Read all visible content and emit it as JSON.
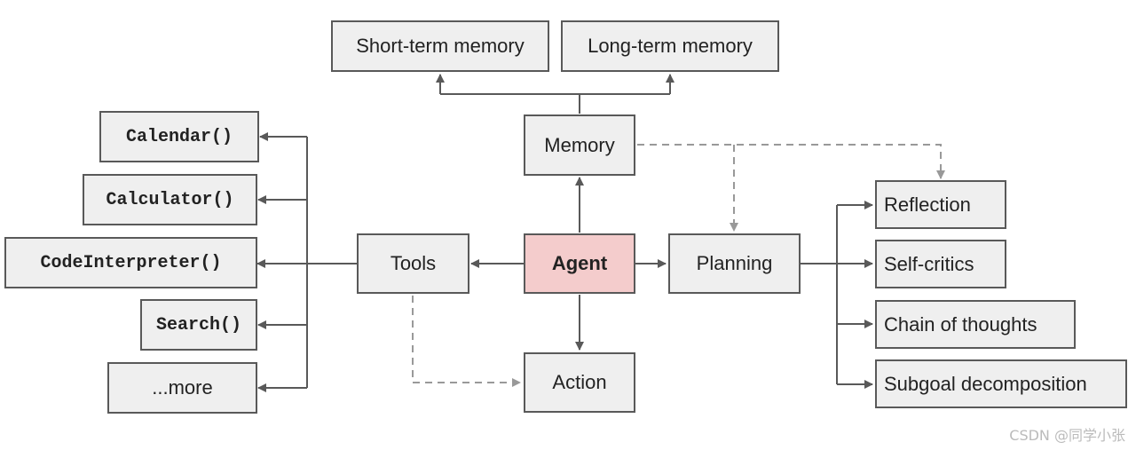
{
  "nodes": {
    "short_term_memory": "Short-term memory",
    "long_term_memory": "Long-term memory",
    "memory": "Memory",
    "agent": "Agent",
    "tools": "Tools",
    "planning": "Planning",
    "action": "Action",
    "calendar": "Calendar()",
    "calculator": "Calculator()",
    "code_interpreter": "CodeInterpreter()",
    "search": "Search()",
    "more": "...more",
    "reflection": "Reflection",
    "self_critics": "Self-critics",
    "chain_of_thoughts": "Chain of thoughts",
    "subgoal_decomposition": "Subgoal decomposition"
  },
  "watermark": "CSDN @同学小张",
  "colors": {
    "node_fill": "#efefef",
    "agent_fill": "#f4cccc",
    "solid_line": "#595959",
    "dashed_line": "#999999"
  }
}
